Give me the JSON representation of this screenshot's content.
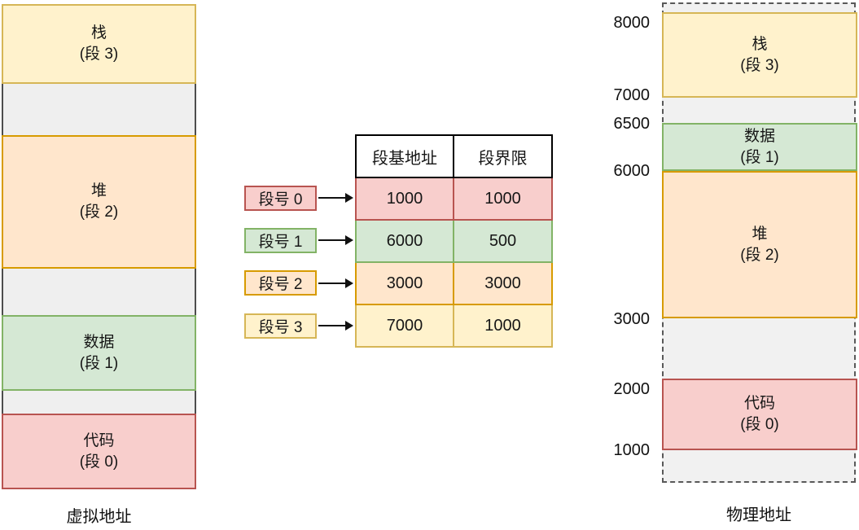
{
  "palette": {
    "yellow_fill": "#FFF2CC",
    "yellow_border": "#D6B656",
    "orange_fill": "#FFE6CC",
    "orange_border": "#D79B00",
    "green_fill": "#D5E8D4",
    "green_border": "#82B366",
    "red_fill": "#F8CECC",
    "red_border": "#B85450",
    "gap_fill": "#EFEFEF",
    "gap_border": "#4D4D4D",
    "dashed_container_border": "#595959"
  },
  "virtual_memory": {
    "caption": "虚拟地址",
    "segments": [
      {
        "name": "栈",
        "seg_label": "(段 3)",
        "color": "yellow"
      },
      {
        "name": "堆",
        "seg_label": "(段 2)",
        "color": "orange"
      },
      {
        "name": "数据",
        "seg_label": "(段 1)",
        "color": "green"
      },
      {
        "name": "代码",
        "seg_label": "(段 0)",
        "color": "red"
      }
    ]
  },
  "segment_table": {
    "headers": {
      "base": "段基地址",
      "limit": "段界限"
    },
    "rows": [
      {
        "label": "段号 0",
        "base": "1000",
        "limit": "1000",
        "color": "red"
      },
      {
        "label": "段号 1",
        "base": "6000",
        "limit": "500",
        "color": "green"
      },
      {
        "label": "段号 2",
        "base": "3000",
        "limit": "3000",
        "color": "orange"
      },
      {
        "label": "段号 3",
        "base": "7000",
        "limit": "1000",
        "color": "yellow"
      }
    ]
  },
  "physical_memory": {
    "caption": "物理地址",
    "address_labels": [
      "8000",
      "7000",
      "6500",
      "6000",
      "3000",
      "2000",
      "1000"
    ],
    "segments": [
      {
        "name": "栈",
        "seg_label": "(段 3)",
        "color": "yellow"
      },
      {
        "name": "数据",
        "seg_label": "(段 1)",
        "color": "green"
      },
      {
        "name": "堆",
        "seg_label": "(段 2)",
        "color": "orange"
      },
      {
        "name": "代码",
        "seg_label": "(段 0)",
        "color": "red"
      }
    ]
  }
}
